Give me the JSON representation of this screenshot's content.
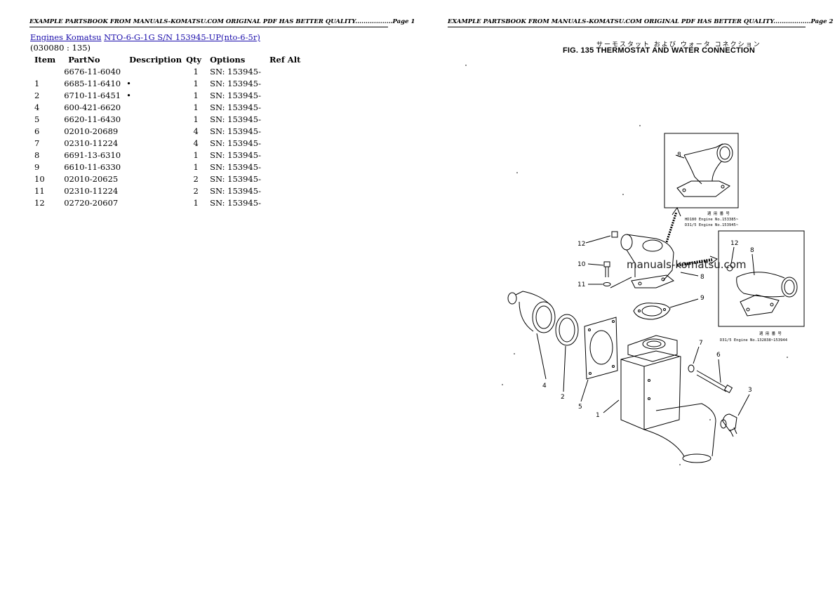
{
  "header": {
    "page1": "EXAMPLE PARTSBOOK FROM MANUALS-KOMATSU.COM ORIGINAL PDF HAS BETTER QUALITY..................Page 1",
    "page2": "EXAMPLE PARTSBOOK FROM MANUALS-KOMATSU.COM ORIGINAL PDF HAS BETTER QUALITY..................Page 2"
  },
  "breadcrumb": {
    "link1": "Engines Komatsu",
    "link2": "NTO-6-G-1G S/N 153945-UP(nto-6-5r)"
  },
  "subtitle": "(030080 : 135)",
  "table": {
    "headers": [
      "Item",
      "PartNo",
      "Description",
      "Qty",
      "Options",
      "Ref Alt"
    ],
    "rows": [
      {
        "item": "",
        "partno": "6676-11-6040",
        "desc": "",
        "qty": "1",
        "options": "SN: 153945-",
        "ref": ""
      },
      {
        "item": "1",
        "partno": "6685-11-6410",
        "desc": "•",
        "qty": "1",
        "options": "SN: 153945-",
        "ref": ""
      },
      {
        "item": "2",
        "partno": "6710-11-6451",
        "desc": "•",
        "qty": "1",
        "options": "SN: 153945-",
        "ref": ""
      },
      {
        "item": "4",
        "partno": "600-421-6620",
        "desc": "",
        "qty": "1",
        "options": "SN: 153945-",
        "ref": ""
      },
      {
        "item": "5",
        "partno": "6620-11-6430",
        "desc": "",
        "qty": "1",
        "options": "SN: 153945-",
        "ref": ""
      },
      {
        "item": "6",
        "partno": "02010-20689",
        "desc": "",
        "qty": "4",
        "options": "SN: 153945-",
        "ref": ""
      },
      {
        "item": "7",
        "partno": "02310-11224",
        "desc": "",
        "qty": "4",
        "options": "SN: 153945-",
        "ref": ""
      },
      {
        "item": "8",
        "partno": "6691-13-6310",
        "desc": "",
        "qty": "1",
        "options": "SN: 153945-",
        "ref": ""
      },
      {
        "item": "9",
        "partno": "6610-11-6330",
        "desc": "",
        "qty": "1",
        "options": "SN: 153945-",
        "ref": ""
      },
      {
        "item": "10",
        "partno": "02010-20625",
        "desc": "",
        "qty": "2",
        "options": "SN: 153945-",
        "ref": ""
      },
      {
        "item": "11",
        "partno": "02310-11224",
        "desc": "",
        "qty": "2",
        "options": "SN: 153945-",
        "ref": ""
      },
      {
        "item": "12",
        "partno": "02720-20607",
        "desc": "",
        "qty": "1",
        "options": "SN: 153945-",
        "ref": ""
      }
    ]
  },
  "figure": {
    "jp_title": "サーモスタット および ウォータ コネクション",
    "title": "FIG. 135  THERMOSTAT AND WATER CONNECTION",
    "watermark": "manuals-komatsu.com",
    "callouts": [
      "1",
      "2",
      "3",
      "4",
      "5",
      "6",
      "7",
      "8",
      "9",
      "10",
      "11",
      "12"
    ],
    "inset_top": {
      "callout": "8",
      "caption_jp": "適 用 番 号",
      "caption1": "HD180 Engine No.153385~",
      "caption2": "D31/5 Engine No.153945~"
    },
    "inset_right": {
      "callout_a": "12",
      "callout_b": "8",
      "caption_jp": "適 用 番 号",
      "caption1": "D31/5 Engine No.132838~153944"
    }
  }
}
